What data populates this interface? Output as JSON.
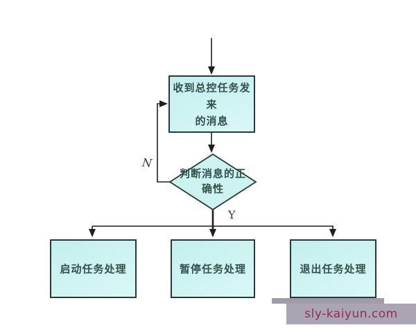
{
  "colors": {
    "node_fill": "#c3efed",
    "node_fill_light": "#d9f8f6",
    "node_border": "#27393a",
    "line": "#1f1f1f",
    "text": "#33504b",
    "label": "#3a3a3a",
    "watermark_bg": "#aba4b2",
    "watermark_strip": "#a19aa9",
    "watermark_text": "#8e2e57"
  },
  "flowchart": {
    "start_node": {
      "lines": {
        "0": "收到总控任务发来",
        "1": "的消息"
      }
    },
    "decision_node": {
      "lines": {
        "0": "判断消息的正",
        "1": "确性"
      }
    },
    "branches": {
      "no_label": "N",
      "yes_label": "Y"
    },
    "action_nodes": {
      "0": {
        "label": "启动任务处理"
      },
      "1": {
        "label": "暂停任务处理"
      },
      "2": {
        "label": "退出任务处理"
      }
    }
  },
  "watermark": {
    "text": "sly-kaiyun.com"
  }
}
